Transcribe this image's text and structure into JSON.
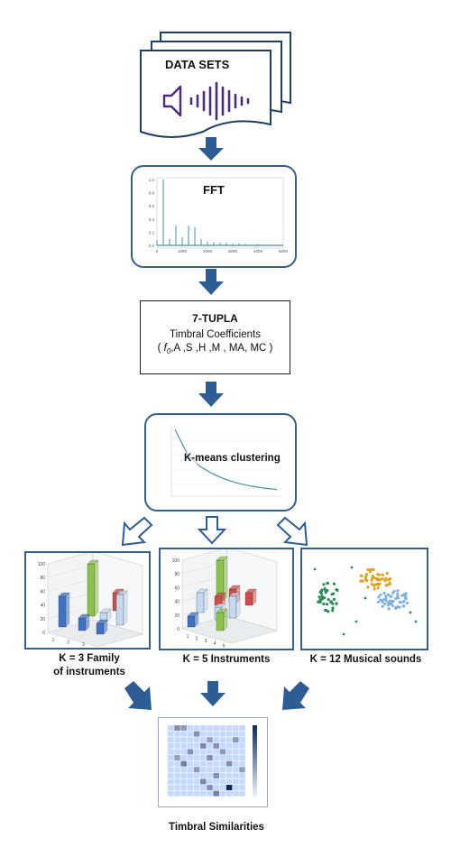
{
  "nodes": {
    "datasets": {
      "title": "DATA SETS"
    },
    "fft": {
      "title": "FFT",
      "y_ticks": [
        "1.0",
        "0.8",
        "0.6",
        "0.4",
        "0.2",
        "0.0"
      ],
      "x_ticks": [
        "0",
        "1000",
        "2000",
        "3000",
        "4000",
        "5000"
      ],
      "spectrum": {
        "freqs": [
          0,
          250,
          500,
          750,
          1000,
          1250,
          1500,
          1750,
          2000,
          2250,
          2500,
          2750,
          3000,
          3250,
          3500,
          4000
        ],
        "amps": [
          0.08,
          1.0,
          0.1,
          0.3,
          0.12,
          0.3,
          0.28,
          0.1,
          0.06,
          0.05,
          0.04,
          0.04,
          0.03,
          0.03,
          0.02,
          0.02
        ]
      }
    },
    "tupla": {
      "title": "7-TUPLA",
      "subtitle": "Timbral Coefficients",
      "f0": "f",
      "f0_sub": "0",
      "coeffs": ",A ,S ,H ,M , MA, MC )"
    },
    "kmeans": {
      "title": "K-means clustering",
      "elbow": [
        1.0,
        0.62,
        0.44,
        0.33,
        0.25,
        0.19,
        0.15,
        0.12,
        0.1
      ]
    }
  },
  "results": [
    {
      "label_line1": "K = 3  Family",
      "label_line2": "of instruments"
    },
    {
      "label_line1": "K = 5 Instruments"
    },
    {
      "label_line1": "K = 12 Musical sounds"
    }
  ],
  "output": {
    "title": "Timbral Similarities"
  },
  "colors": {
    "arrow": "#2e5d96",
    "box_border": "#365f8b",
    "icon": "#4b2b80",
    "teal": "#4a90a4",
    "green": "#2e8b57",
    "orange": "#e0a020",
    "blue_dots": "#7fb1de",
    "red": "#c0392b"
  },
  "bar3d_k3": {
    "y_ticks": [
      "100",
      "80",
      "60",
      "40",
      "20",
      "0"
    ],
    "x_ticks": [
      "1",
      "2",
      "3"
    ]
  },
  "bar3d_k5": {
    "y_ticks": [
      "100",
      "80",
      "60",
      "40",
      "20",
      "0"
    ],
    "x_ticks": [
      "1",
      "2",
      "3",
      "4",
      "5"
    ]
  }
}
